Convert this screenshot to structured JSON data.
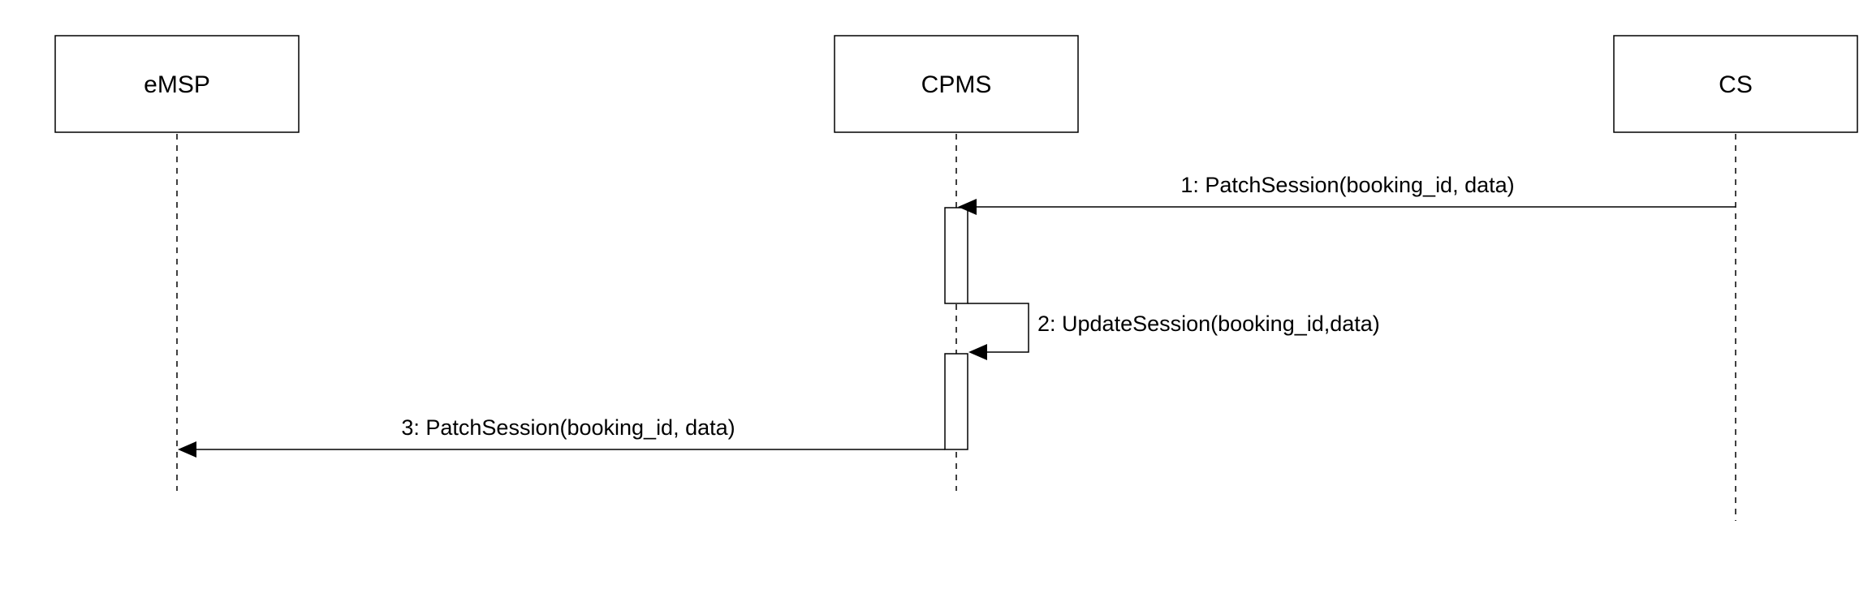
{
  "participants": {
    "emsp": {
      "label": "eMSP"
    },
    "cpms": {
      "label": "CPMS"
    },
    "cs": {
      "label": "CS"
    }
  },
  "messages": [
    {
      "number": 1,
      "from": "CS",
      "to": "CPMS",
      "label": "1: PatchSession(booking_id, data)"
    },
    {
      "number": 2,
      "from": "CPMS",
      "to": "CPMS",
      "label": "2: UpdateSession(booking_id,data)"
    },
    {
      "number": 3,
      "from": "CPMS",
      "to": "eMSP",
      "label": "3: PatchSession(booking_id, data)"
    }
  ]
}
